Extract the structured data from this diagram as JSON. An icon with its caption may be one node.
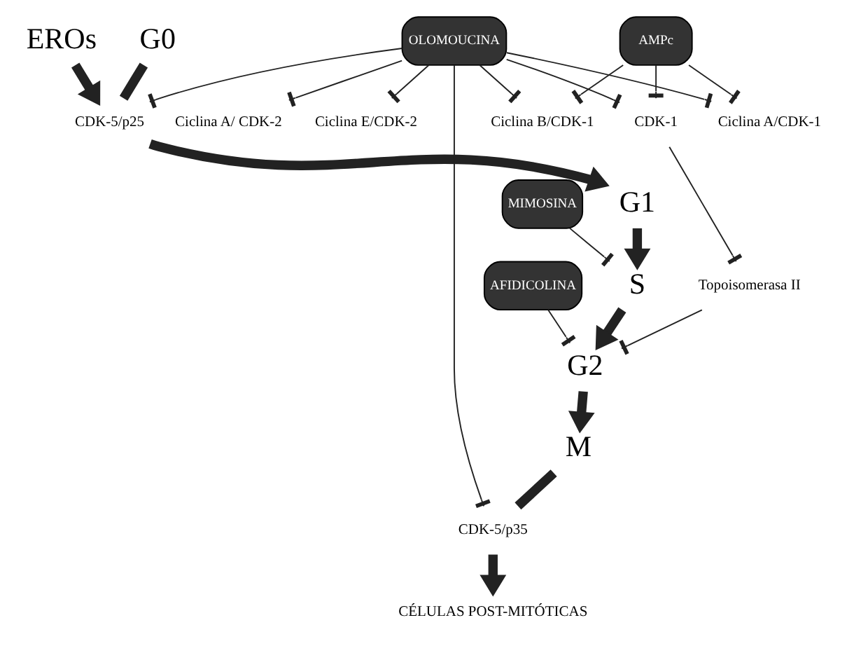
{
  "diagram": {
    "nodes": [
      {
        "text": [
          "EROs"
        ]
      },
      {
        "text": [
          "G0"
        ]
      },
      {
        "text": [
          "CDK-5/p25"
        ]
      },
      {
        "text": [
          "G1"
        ]
      },
      {
        "text": [
          "Ciclina E/CDK-2"
        ]
      },
      {
        "text": [
          "MIMOSINA"
        ]
      },
      {
        "text": [
          "OLOMOUCINA"
        ]
      },
      {
        "text": [
          "Ciclina A/ CDK-2"
        ]
      },
      {
        "text": [
          "S"
        ]
      },
      {
        "text": [
          "AMPc"
        ]
      },
      {
        "text": [
          "CDK-1"
        ]
      },
      {
        "text": [
          "Topoisomerasa II"
        ]
      },
      {
        "text": [
          "CDK-5/p35"
        ]
      },
      {
        "text": [
          "Ciclina B/CDK-1"
        ]
      },
      {
        "text": [
          "CÉLULAS POST-MITÓTICAS"
        ]
      },
      {
        "text": [
          "Ciclina A/CDK-1"
        ]
      },
      {
        "text": [
          "M"
        ]
      },
      {
        "text": [
          "AFIDICOLINA"
        ]
      },
      {
        "text": [
          "G2"
        ]
      }
    ],
    "edges": [
      {
        "from": 0,
        "to": 2,
        "arrow": "to",
        "style": "thick"
      },
      {
        "from": 1,
        "to": 2,
        "arrow": "none",
        "style": "thick"
      },
      {
        "from": 2,
        "to": 3,
        "arrow": "to",
        "style": "thick"
      },
      {
        "from": 3,
        "to": 8,
        "arrow": "to",
        "style": "thick"
      },
      {
        "from": 8,
        "to": 18,
        "arrow": "to",
        "style": "thick"
      },
      {
        "from": 18,
        "to": 16,
        "arrow": "to",
        "style": "thick"
      },
      {
        "from": 16,
        "to": 12,
        "arrow": "none",
        "style": "thick"
      },
      {
        "from": 12,
        "to": 14,
        "arrow": "to",
        "style": "thick"
      },
      {
        "from": 6,
        "to": 2,
        "arrow": "other"
      },
      {
        "from": 6,
        "to": 4,
        "arrow": "other"
      },
      {
        "from": 6,
        "to": 7,
        "arrow": "other"
      },
      {
        "from": 6,
        "to": 12,
        "arrow": "other"
      },
      {
        "from": 6,
        "to": 10,
        "arrow": "other"
      },
      {
        "from": 6,
        "to": 13,
        "arrow": "other"
      },
      {
        "from": 6,
        "to": 15,
        "arrow": "other"
      },
      {
        "from": 9,
        "to": 10,
        "arrow": "other"
      },
      {
        "from": 9,
        "to": 13,
        "arrow": "other"
      },
      {
        "from": 9,
        "to": 15,
        "arrow": "other"
      },
      {
        "from": 5,
        "to": 8,
        "arrow": "other"
      },
      {
        "from": 10,
        "to": 11,
        "arrow": "other"
      },
      {
        "from": 11,
        "to": 18,
        "arrow": "other"
      },
      {
        "from": 17,
        "to": 18,
        "arrow": "other"
      }
    ]
  }
}
